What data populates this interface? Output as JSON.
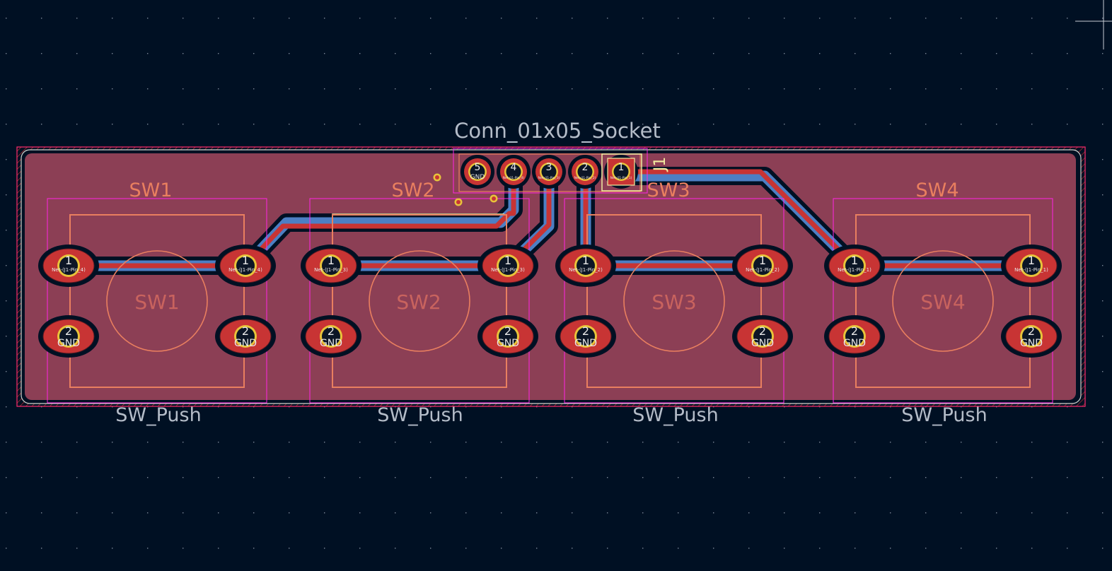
{
  "view": {
    "background": "#001023",
    "grid_color": "#8a96a8",
    "silk_front_color": "#f2eda1",
    "fab_color": "#e97f5f",
    "courtyard_color": "#ff26e2",
    "copper_front_color": "#c83434",
    "copper_back_color": "#4d7fc4",
    "zone_fill_color": "#8c3f55",
    "edge_cut_color": "#d0d2cd",
    "ref_text_color": "#e97f5f",
    "value_text_color": "#b4bcc8"
  },
  "connector": {
    "value_label": "Conn_01x05_Socket",
    "reference": "J1",
    "pins": [
      {
        "number": "5",
        "net": "GND"
      },
      {
        "number": "4",
        "net": "Net-(J1-Pin_4)"
      },
      {
        "number": "3",
        "net": "Net-(J1-Pin_3)"
      },
      {
        "number": "2",
        "net": "Net-(J1-Pin_2)"
      },
      {
        "number": "1",
        "net": "Net-(J1-Pin_1)"
      }
    ]
  },
  "switches": [
    {
      "reference": "SW1",
      "value": "SW_Push",
      "pin1_net": "Net-(J1-Pin_4)",
      "pin2_net": "GND"
    },
    {
      "reference": "SW2",
      "value": "SW_Push",
      "pin1_net": "Net-(J1-Pin_3)",
      "pin2_net": "GND"
    },
    {
      "reference": "SW3",
      "value": "SW_Push",
      "pin1_net": "Net-(J1-Pin_2)",
      "pin2_net": "GND"
    },
    {
      "reference": "SW4",
      "value": "SW_Push",
      "pin1_net": "Net-(J1-Pin_1)",
      "pin2_net": "GND"
    }
  ],
  "pad_numbers": {
    "pin1": "1",
    "pin2": "2"
  }
}
